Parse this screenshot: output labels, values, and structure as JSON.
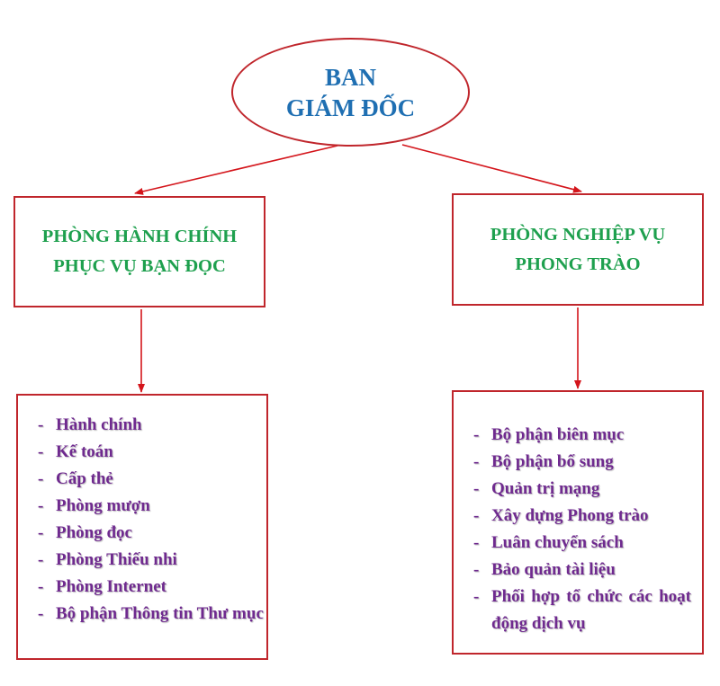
{
  "top": {
    "line1": "BAN",
    "line2": "GIÁM ĐỐC"
  },
  "left": {
    "header_line1": "PHÒNG HÀNH CHÍNH",
    "header_line2": "PHỤC VỤ BẠN ĐỌC",
    "items": [
      "Hành chính",
      "Kế toán",
      "Cấp thẻ",
      "Phòng mượn",
      "Phòng đọc",
      "Phòng Thiếu nhi",
      "Phòng Internet",
      "Bộ phận Thông tin Thư mục"
    ]
  },
  "right": {
    "header_line1": "PHÒNG NGHIỆP VỤ",
    "header_line2": "PHONG TRÀO",
    "items": [
      "Bộ phận biên mục",
      "Bộ phận bổ sung",
      "Quản trị mạng",
      "Xây dựng Phong trào",
      "Luân chuyển sách",
      "Bảo quản tài liệu",
      "Phối hợp tổ chức các hoạt động dịch vụ"
    ]
  },
  "colors": {
    "border": "#c0262c",
    "arrow": "#d4151b",
    "title": "#1f6fb2",
    "header": "#1ea04e",
    "list": "#6f2a8f"
  }
}
